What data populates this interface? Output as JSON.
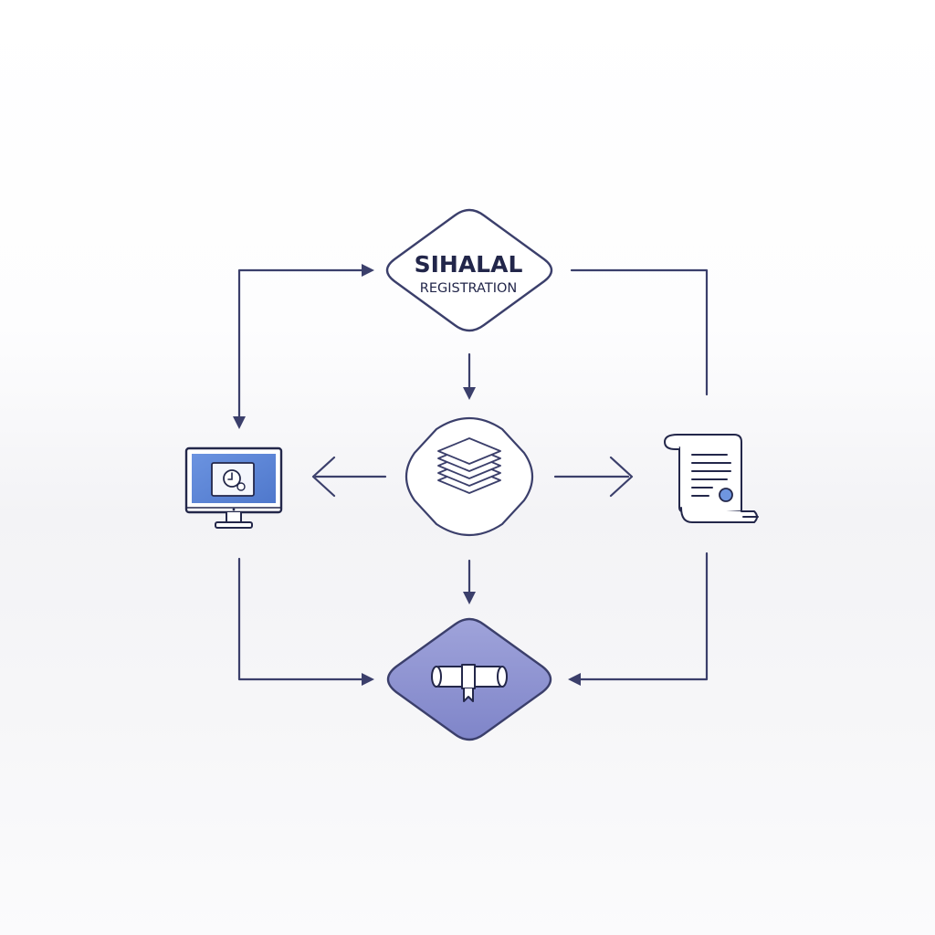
{
  "diagram": {
    "nodes": {
      "registration": {
        "title": "SIHALAL",
        "subtitle": "REGISTRATION",
        "shape": "diamond"
      },
      "documents": {
        "icon": "stacked-layers-icon",
        "shape": "rounded-diamond"
      },
      "computer": {
        "icon": "computer-monitor-icon"
      },
      "certificate": {
        "icon": "scroll-certificate-icon"
      },
      "diploma": {
        "icon": "diploma-scroll-icon",
        "shape": "filled-diamond"
      }
    }
  },
  "colors": {
    "stroke": "#3b3f6b",
    "accent_blue": "#5b84d6",
    "diamond_fill": "#8a8fcf",
    "diamond_fill_light": "#a5a9dc",
    "background": "#ffffff"
  }
}
